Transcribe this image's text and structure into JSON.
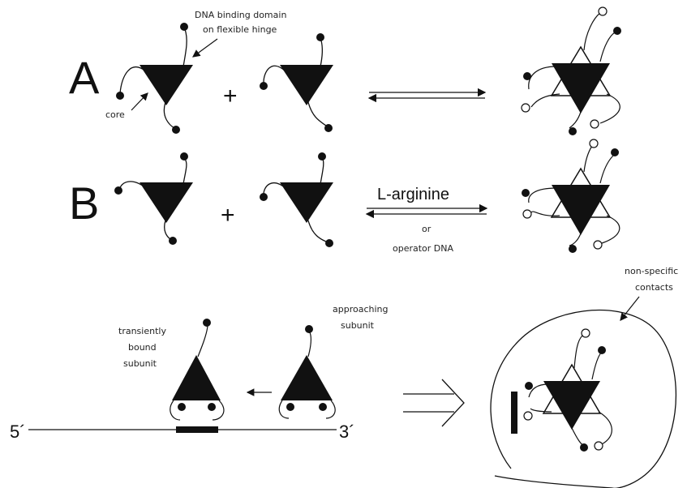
{
  "panels": {
    "a": {
      "letter": "A"
    },
    "b": {
      "letter": "B"
    }
  },
  "labels": {
    "dna_binding_domain": "DNA binding domain",
    "flexible_hinge": "on flexible hinge",
    "core": "core",
    "plus": "+",
    "l_arginine": "L-arginine",
    "or": "or",
    "operator_dna": "operator DNA",
    "approaching": "approaching",
    "subunit": "subunit",
    "transiently": "transiently",
    "bound": "bound",
    "transient_subunit": "subunit",
    "non_specific": "non-specific",
    "contacts": "contacts",
    "five_prime": "5´",
    "three_prime": "3´"
  },
  "colors": {
    "ink": "#111111",
    "paper": "#ffffff"
  }
}
